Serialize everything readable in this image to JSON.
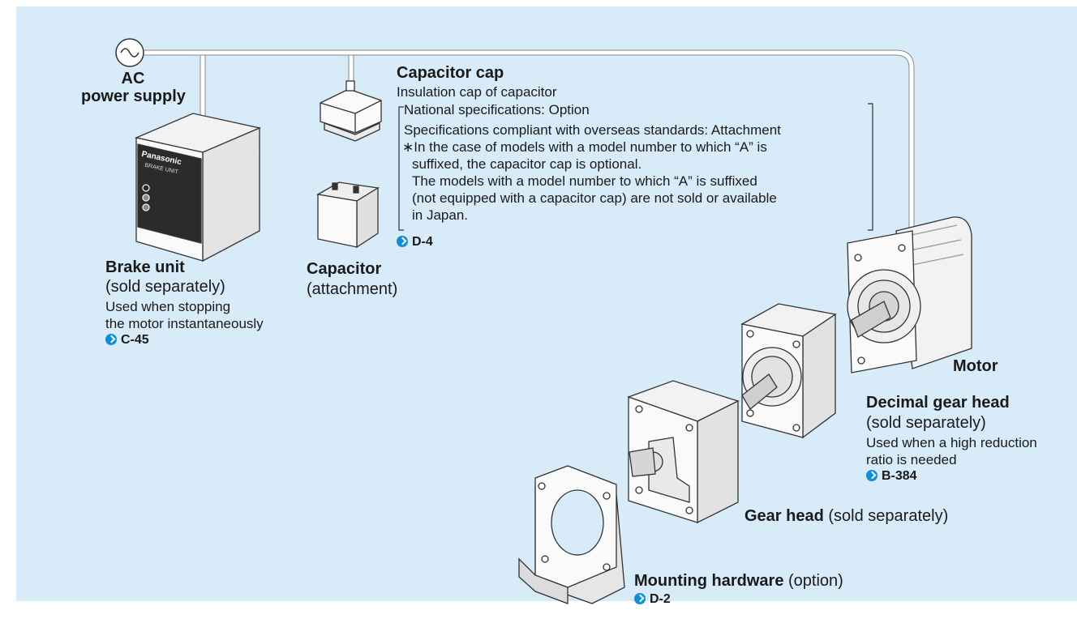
{
  "ac_supply": {
    "line1": "AC",
    "line2": "power supply"
  },
  "brake_unit": {
    "title": "Brake unit",
    "sub": "(sold separately)",
    "desc1": "Used when stopping",
    "desc2": "the motor instantaneously",
    "ref": "C-45",
    "brand": "Panasonic",
    "label": "BRAKE UNIT"
  },
  "capacitor_cap": {
    "title": "Capacitor cap",
    "subtitle": "Insulation cap of capacitor",
    "spec1": "National specifications: Option",
    "spec2": "Specifications compliant with overseas standards: Attachment",
    "note1": "∗In the case of models with a model number to which “A” is",
    "note2": "suffixed, the capacitor cap is optional.",
    "note3": "The models with a model number to which “A” is suffixed",
    "note4": "(not equipped with a capacitor cap) are not sold or available",
    "note5": "in Japan.",
    "ref": "D-4"
  },
  "capacitor": {
    "title": "Capacitor",
    "sub": "(attachment)"
  },
  "motor": {
    "title": "Motor"
  },
  "decimal_gear_head": {
    "title": "Decimal gear head",
    "sub": "(sold separately)",
    "desc1": "Used when a high reduction",
    "desc2": "ratio is needed",
    "ref": "B-384"
  },
  "gear_head": {
    "title": "Gear head",
    "sub": "(sold separately)"
  },
  "mounting_hardware": {
    "title": "Mounting hardware",
    "sub": "(option)",
    "ref": "D-2"
  },
  "colors": {
    "panel": "#d7ecf8",
    "accent": "#0d8fd6",
    "line": "#ffffff"
  }
}
